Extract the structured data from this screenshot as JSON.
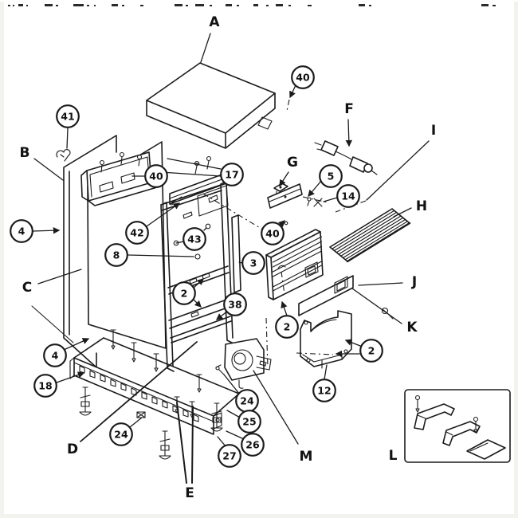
{
  "page": {
    "background": "#ffffff",
    "ink_color": "#1b1b1b",
    "callout_fill": "#ffffff"
  },
  "diagram": {
    "type": "exploded-parts-diagram",
    "letters": [
      "A",
      "B",
      "C",
      "D",
      "E",
      "F",
      "G",
      "H",
      "I",
      "J",
      "K",
      "L",
      "M"
    ],
    "numbers": [
      "41",
      "40",
      "40",
      "17",
      "42",
      "43",
      "8",
      "2",
      "38",
      "3",
      "5",
      "14",
      "40",
      "2",
      "2",
      "12",
      "18",
      "4",
      "4",
      "24",
      "24",
      "25",
      "26",
      "27"
    ]
  }
}
